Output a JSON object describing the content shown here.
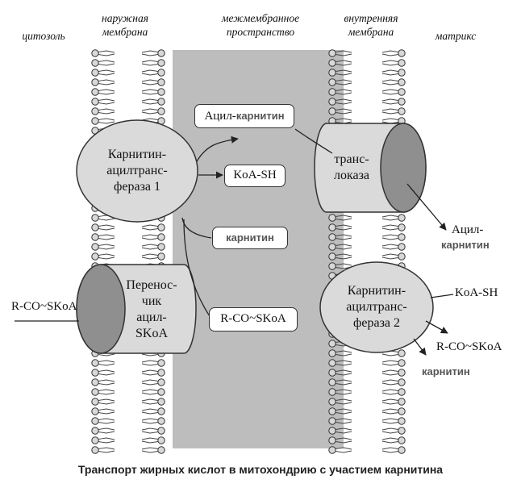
{
  "headers": {
    "cytosol": "цитозоль",
    "outer_membrane": [
      "наружная",
      "мембрана"
    ],
    "intermembrane_space": [
      "межмембранное",
      "пространство"
    ],
    "inner_membrane": [
      "внутренняя",
      "мембрана"
    ],
    "matrix": "матрикс"
  },
  "cpt1": [
    "Карнитин-",
    "ацилтранс-",
    "фераза 1"
  ],
  "carrier": [
    "Перенос-",
    "чик",
    "ацил-",
    "SKoA"
  ],
  "translocase": [
    "транс-",
    "локаза"
  ],
  "cpt2": [
    "Карнитин-",
    "ацилтранс-",
    "фераза 2"
  ],
  "acyl_carnitine_box": {
    "prefix": "Ацил-",
    "suffix": "карнитин"
  },
  "coash_box": "KoA-SH",
  "carnitine_box": "карнитин",
  "rco_box": "R-CO~SKoA",
  "rco_left": "R-CO~SKoA",
  "matrix_acyl": "Ацил-",
  "matrix_carnitine": "карнитин",
  "matrix_coash": "KoA-SH",
  "matrix_rco": "R-CO~SKoA",
  "matrix_carnitine2": "карнитин",
  "caption": "Транспорт жирных кислот в митохондрию с участием карнитина",
  "colors": {
    "intermembrane": "#bdbdbd",
    "protein": "#dadada",
    "protein_dark": "#8f8f8f",
    "stroke": "#333333"
  }
}
